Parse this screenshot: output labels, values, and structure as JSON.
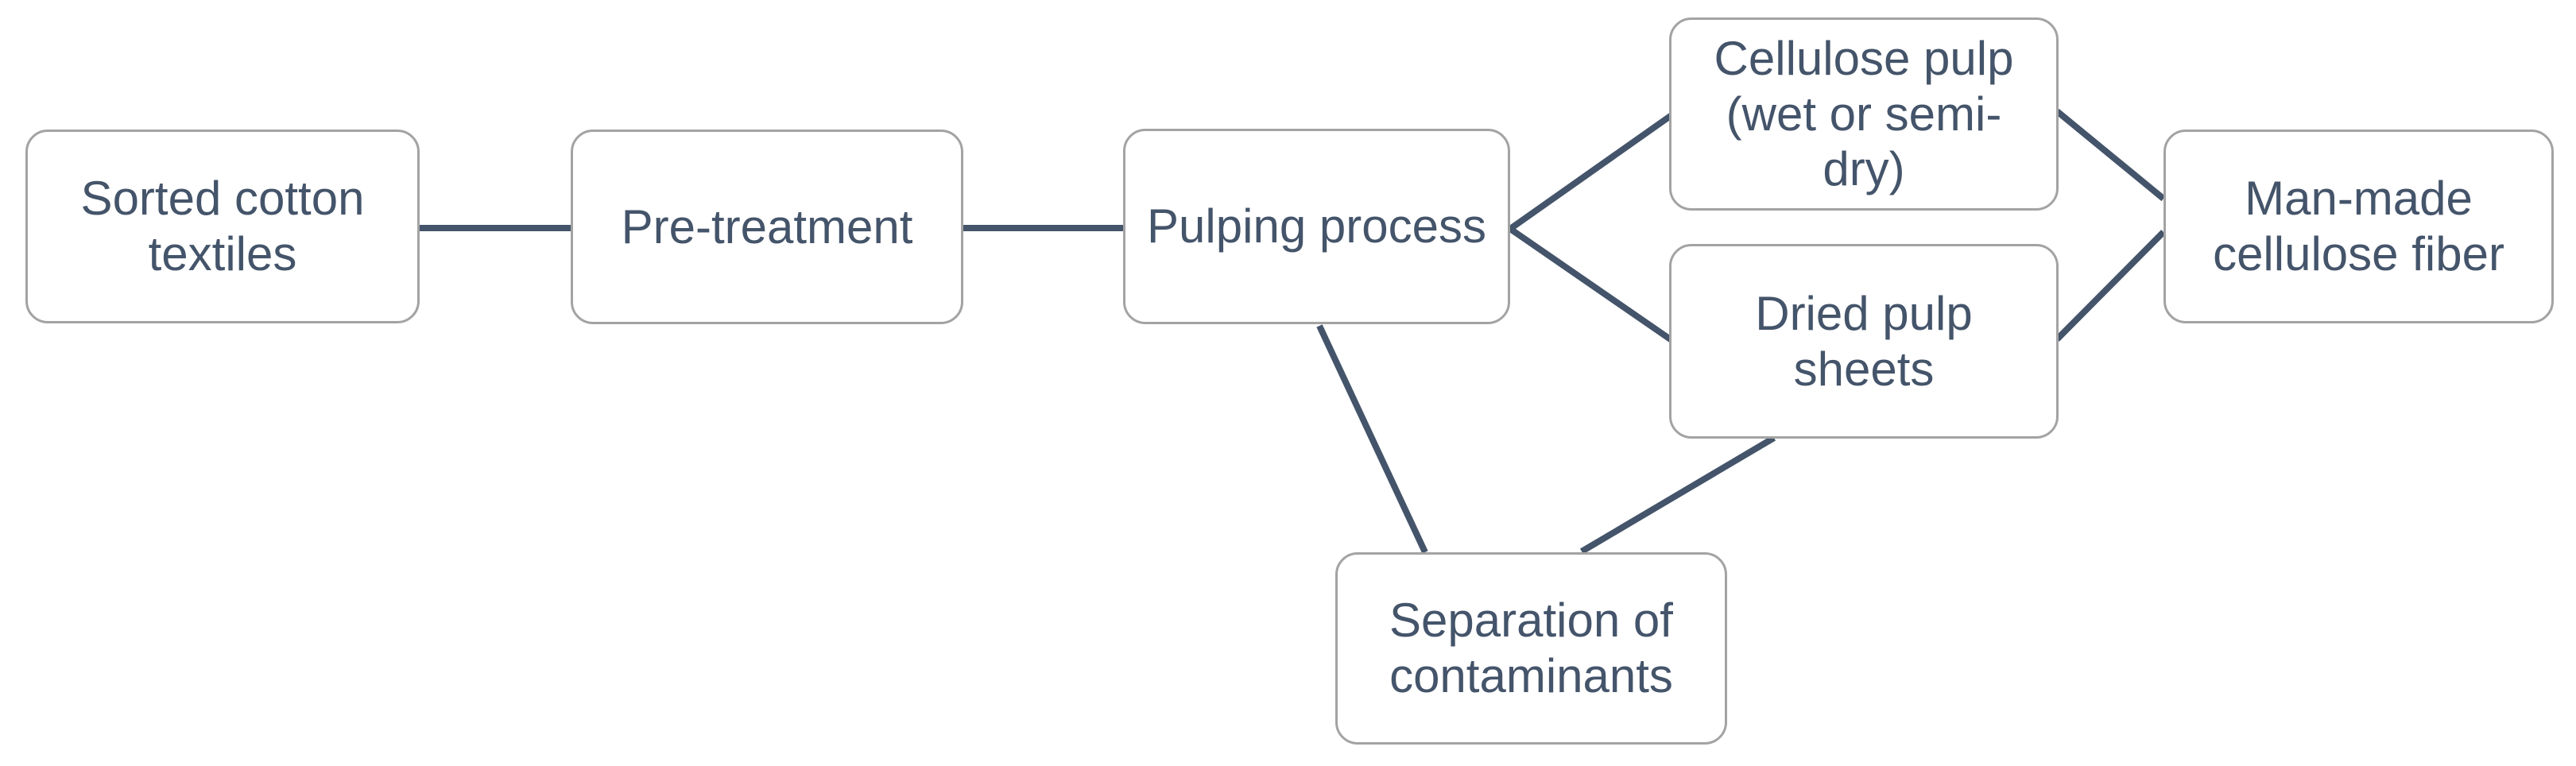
{
  "diagram": {
    "type": "flowchart",
    "colors": {
      "background": "#FFFFFF",
      "node_fill": "#FFFFFF",
      "node_border": "#A3A3A3",
      "node_text": "#44546A",
      "connector": "#44546A"
    },
    "nodes": [
      {
        "id": "sorted-cotton-textiles",
        "label": "Sorted cotton textiles"
      },
      {
        "id": "pre-treatment",
        "label": "Pre-treatment"
      },
      {
        "id": "pulping-process",
        "label": "Pulping process"
      },
      {
        "id": "cellulose-pulp",
        "label": "Cellulose pulp (wet or semi-dry)"
      },
      {
        "id": "dried-pulp-sheets",
        "label": "Dried pulp sheets"
      },
      {
        "id": "man-made-cellulose-fiber",
        "label": "Man-made cellulose fiber"
      },
      {
        "id": "separation-of-contaminants",
        "label": "Separation of contaminants"
      }
    ],
    "edges": [
      {
        "from": "Sorted cotton textiles",
        "to": "Pre-treatment"
      },
      {
        "from": "Pre-treatment",
        "to": "Pulping process"
      },
      {
        "from": "Pulping process",
        "to": "Cellulose pulp (wet or semi-dry)"
      },
      {
        "from": "Pulping process",
        "to": "Dried pulp sheets"
      },
      {
        "from": "Pulping process",
        "to": "Separation of contaminants"
      },
      {
        "from": "Separation of contaminants",
        "to": "Dried pulp sheets"
      },
      {
        "from": "Cellulose pulp (wet or semi-dry)",
        "to": "Man-made cellulose fiber"
      },
      {
        "from": "Dried pulp sheets",
        "to": "Man-made cellulose fiber"
      }
    ]
  }
}
